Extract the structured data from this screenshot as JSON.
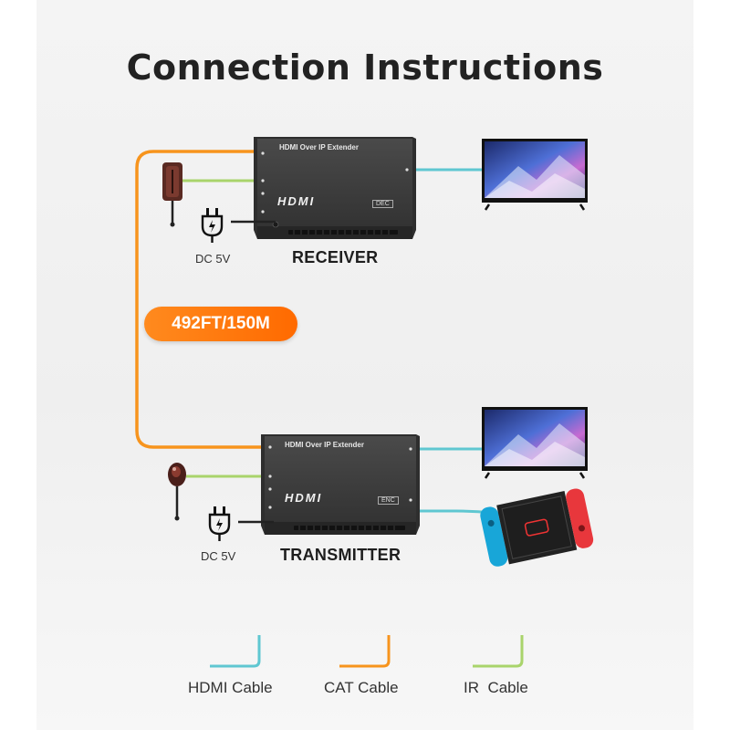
{
  "title": "Connection Instructions",
  "distance_badge": "492FT/150M",
  "receiver": {
    "name": "RECEIVER",
    "model": "HDMI Over IP Extender",
    "badge": "DEC",
    "logo": "HDMI",
    "power": "DC 5V"
  },
  "transmitter": {
    "name": "TRANSMITTER",
    "model": "HDMI Over IP Extender",
    "badge": "ENC",
    "logo": "HDMI",
    "power": "DC 5V"
  },
  "legend": [
    {
      "label": "HDMI Cable",
      "color": "#5fc7d1"
    },
    {
      "label": "CAT Cable",
      "color": "#f7941d"
    },
    {
      "label": "IR  Cable",
      "color": "#a9d46b"
    }
  ],
  "colors": {
    "hdmi": "#5fc7d1",
    "cat": "#f7941d",
    "ir": "#a9d46b",
    "device": "#3a3a3a"
  },
  "icons": [
    "power-plug-icon",
    "ir-receiver-icon",
    "ir-emitter-icon",
    "tv-icon",
    "game-console-icon"
  ]
}
